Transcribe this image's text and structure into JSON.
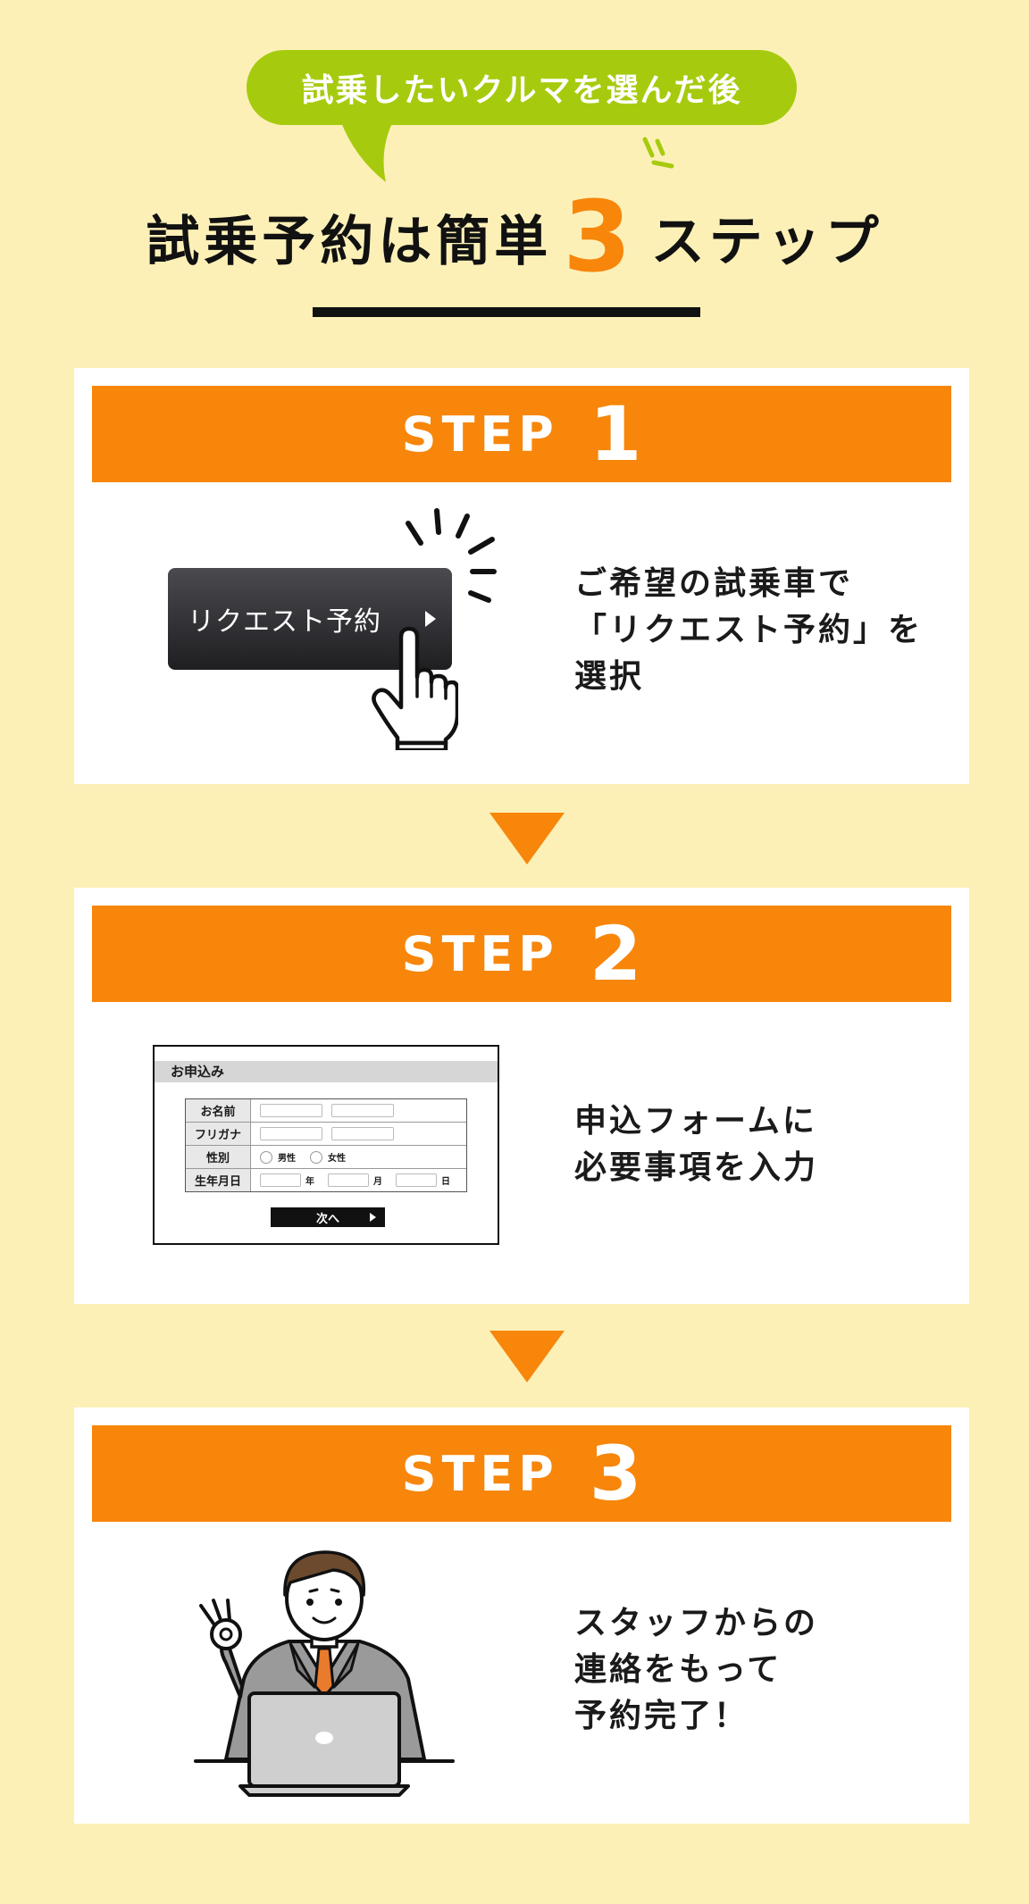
{
  "header": {
    "bubble_text": "試乗したいクルマを選んだ後",
    "headline_before": "試乗予約は簡単",
    "headline_number": "3",
    "headline_after": "ステップ"
  },
  "steps": [
    {
      "step_word": "STEP",
      "step_number": "1",
      "button_label": "リクエスト予約",
      "description_lines": [
        "ご希望の試乗車で",
        "「リクエスト予約」を",
        "選択"
      ]
    },
    {
      "step_word": "STEP",
      "step_number": "2",
      "form": {
        "title": "お申込み",
        "rows": [
          "お名前",
          "フリガナ",
          "性別",
          "生年月日"
        ],
        "gender_options": [
          "男性",
          "女性"
        ],
        "date_units": [
          "年",
          "月",
          "日"
        ],
        "next_label": "次へ"
      },
      "description_lines": [
        "申込フォームに",
        "必要事項を入力"
      ]
    },
    {
      "step_word": "STEP",
      "step_number": "3",
      "description_lines": [
        "スタッフからの",
        "連絡をもって",
        "予約完了！"
      ]
    }
  ],
  "colors": {
    "background": "#FDF0B7",
    "accent_orange": "#F7860A",
    "bubble_green": "#A6CB0E"
  }
}
